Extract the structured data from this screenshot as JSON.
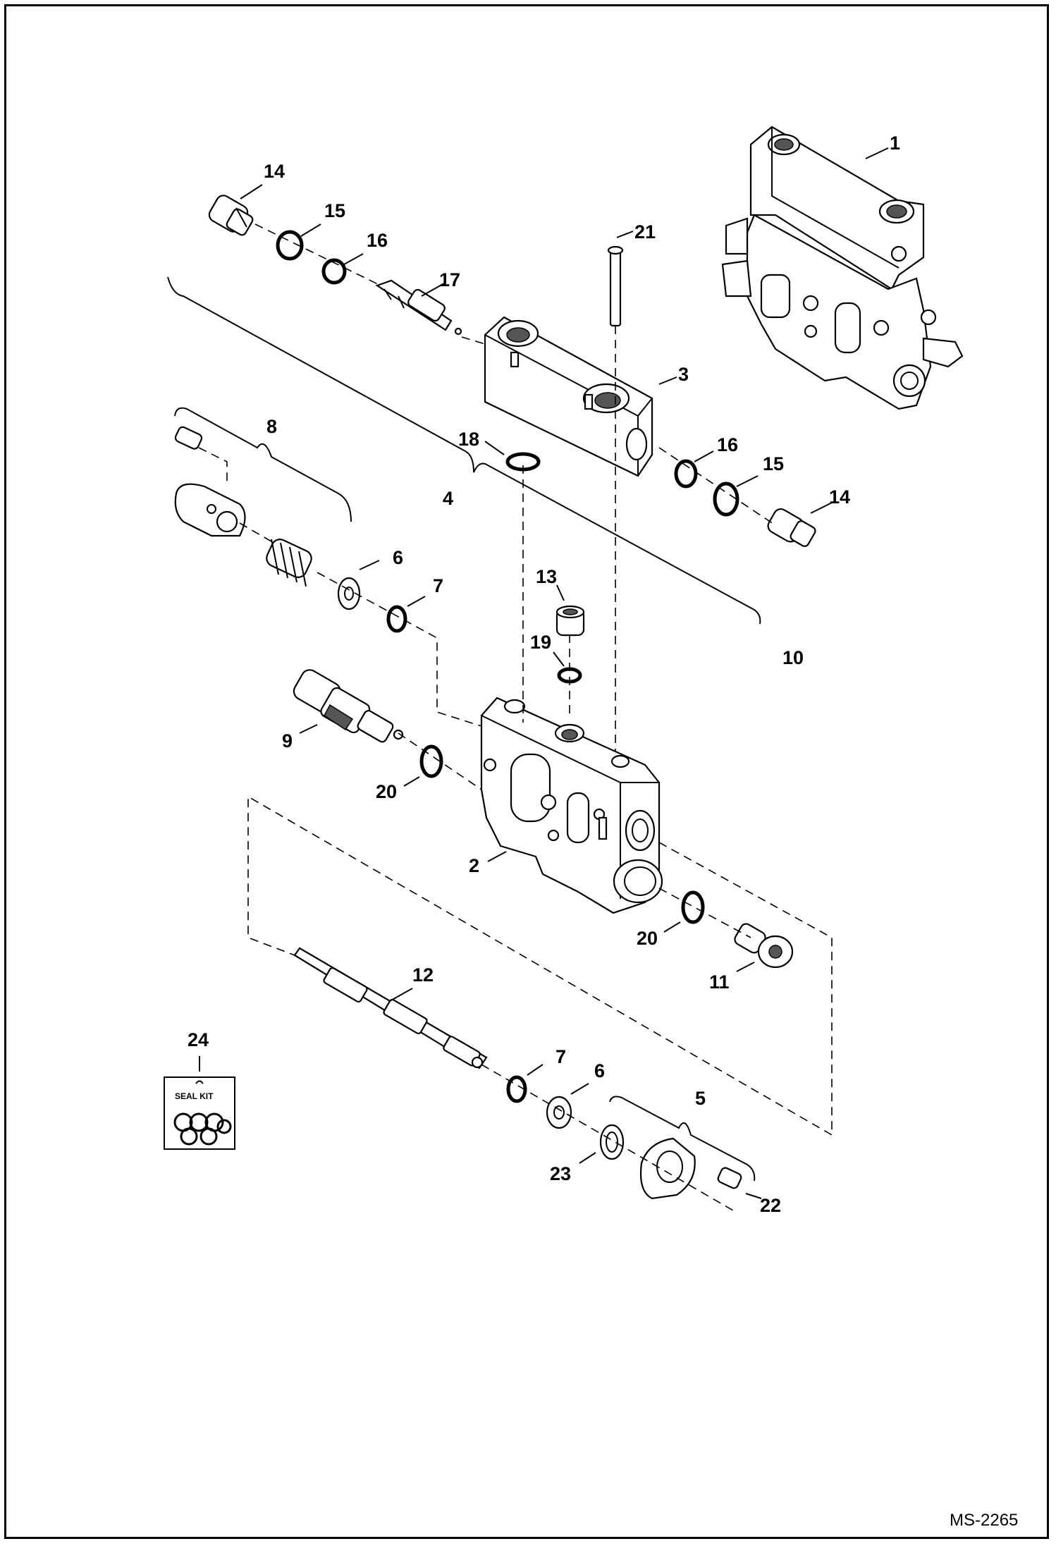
{
  "diagram_code": "MS-2265",
  "seal_kit_label": "SEAL KIT",
  "callouts": {
    "c1": "1",
    "c2": "2",
    "c3": "3",
    "c4": "4",
    "c5": "5",
    "c6a": "6",
    "c6b": "6",
    "c7a": "7",
    "c7b": "7",
    "c8": "8",
    "c9": "9",
    "c10": "10",
    "c11": "11",
    "c12": "12",
    "c13": "13",
    "c14a": "14",
    "c14b": "14",
    "c15a": "15",
    "c15b": "15",
    "c16a": "16",
    "c16b": "16",
    "c17": "17",
    "c18": "18",
    "c19": "19",
    "c20a": "20",
    "c20b": "20",
    "c21": "21",
    "c22": "22",
    "c23": "23",
    "c24": "24"
  }
}
